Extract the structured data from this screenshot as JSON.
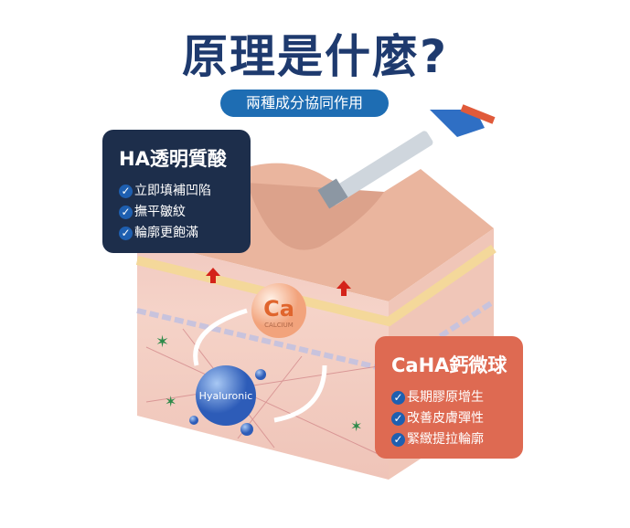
{
  "title": "原理是什麼?",
  "subtitle": "兩種成分協同作用",
  "ha_box": {
    "title": "HA透明質酸",
    "items": [
      "立即填補凹陷",
      "撫平皺紋",
      "輪廓更飽滿"
    ]
  },
  "caha_box": {
    "title": "CaHA鈣微球",
    "items": [
      "長期膠原增生",
      "改善皮膚彈性",
      "緊緻提拉輪廓"
    ]
  },
  "labels": {
    "ca_symbol": "Ca",
    "ca_name": "CALCIUM",
    "hyaluronic": "Hyaluronic"
  },
  "colors": {
    "navy": "#1d2e4b",
    "coral": "#de6a52",
    "blue": "#1e6db3"
  }
}
